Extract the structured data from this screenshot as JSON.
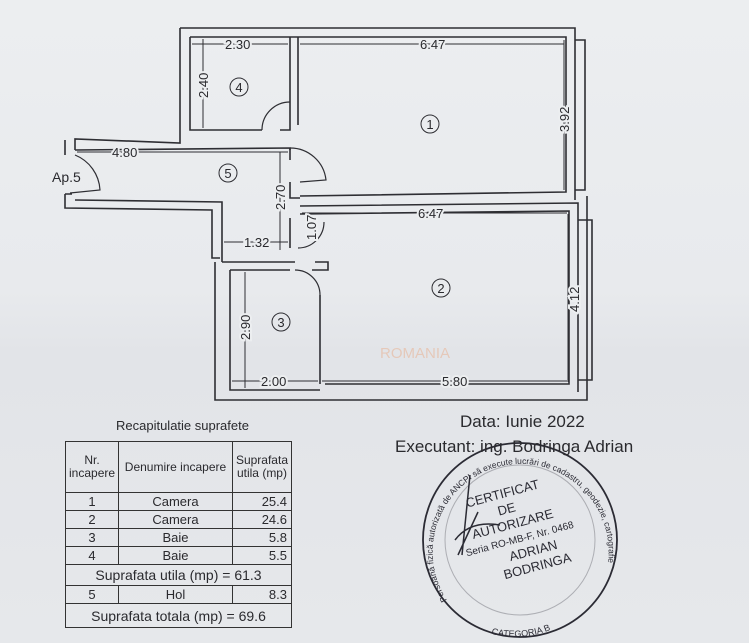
{
  "plan": {
    "apartment_label": "Ap.5",
    "watermark": "ROMANIA",
    "rooms": [
      "1",
      "2",
      "3",
      "4",
      "5"
    ],
    "dimensions": {
      "room4_width": "2.30",
      "room4_height": "2.40",
      "room1_width": "6.47",
      "room1_height": "3.92",
      "hall_width": "4.80",
      "hall_height": "2.70",
      "door_width": "1.07",
      "hall_narrow": "1.32",
      "room2_width": "6.47",
      "room2_height": "4.12",
      "room3_height": "2.90",
      "room3_width": "2.00",
      "room2_bottom": "5.80"
    }
  },
  "header": {
    "date": "Data: Iunie 2022",
    "executant": "Executant: ing. Bodringa  Adrian"
  },
  "table": {
    "title": "Recapitulatie suprafete",
    "columns": [
      "Nr. incapere",
      "Denumire incapere",
      "Suprafata utila (mp)"
    ],
    "rows": [
      {
        "nr": "1",
        "name": "Camera",
        "area": "25.4"
      },
      {
        "nr": "2",
        "name": "Camera",
        "area": "24.6"
      },
      {
        "nr": "3",
        "name": "Baie",
        "area": "5.8"
      },
      {
        "nr": "4",
        "name": "Baie",
        "area": "5.5"
      }
    ],
    "subtotal": "Suprafata utila (mp) = 61.3",
    "extra_row": {
      "nr": "5",
      "name": "Hol",
      "area": "8.3"
    },
    "total": "Suprafata totala (mp) = 69.6"
  },
  "stamp": {
    "center_lines": [
      "CERTIFICAT",
      "DE",
      "AUTORIZARE",
      "Seria RO-MB-F, Nr. 0468",
      "ADRIAN",
      "BODRINGA"
    ],
    "ring_top": "Persoană fizică autorizată de ANCPI să execute lucrări de cadastru, geodezie, cartografie",
    "ring_bottom": "CATEGORIA B"
  },
  "colors": {
    "ink": "#2a2a2e",
    "stamp": "#2b2b34",
    "watermark": "#e8b79a"
  }
}
